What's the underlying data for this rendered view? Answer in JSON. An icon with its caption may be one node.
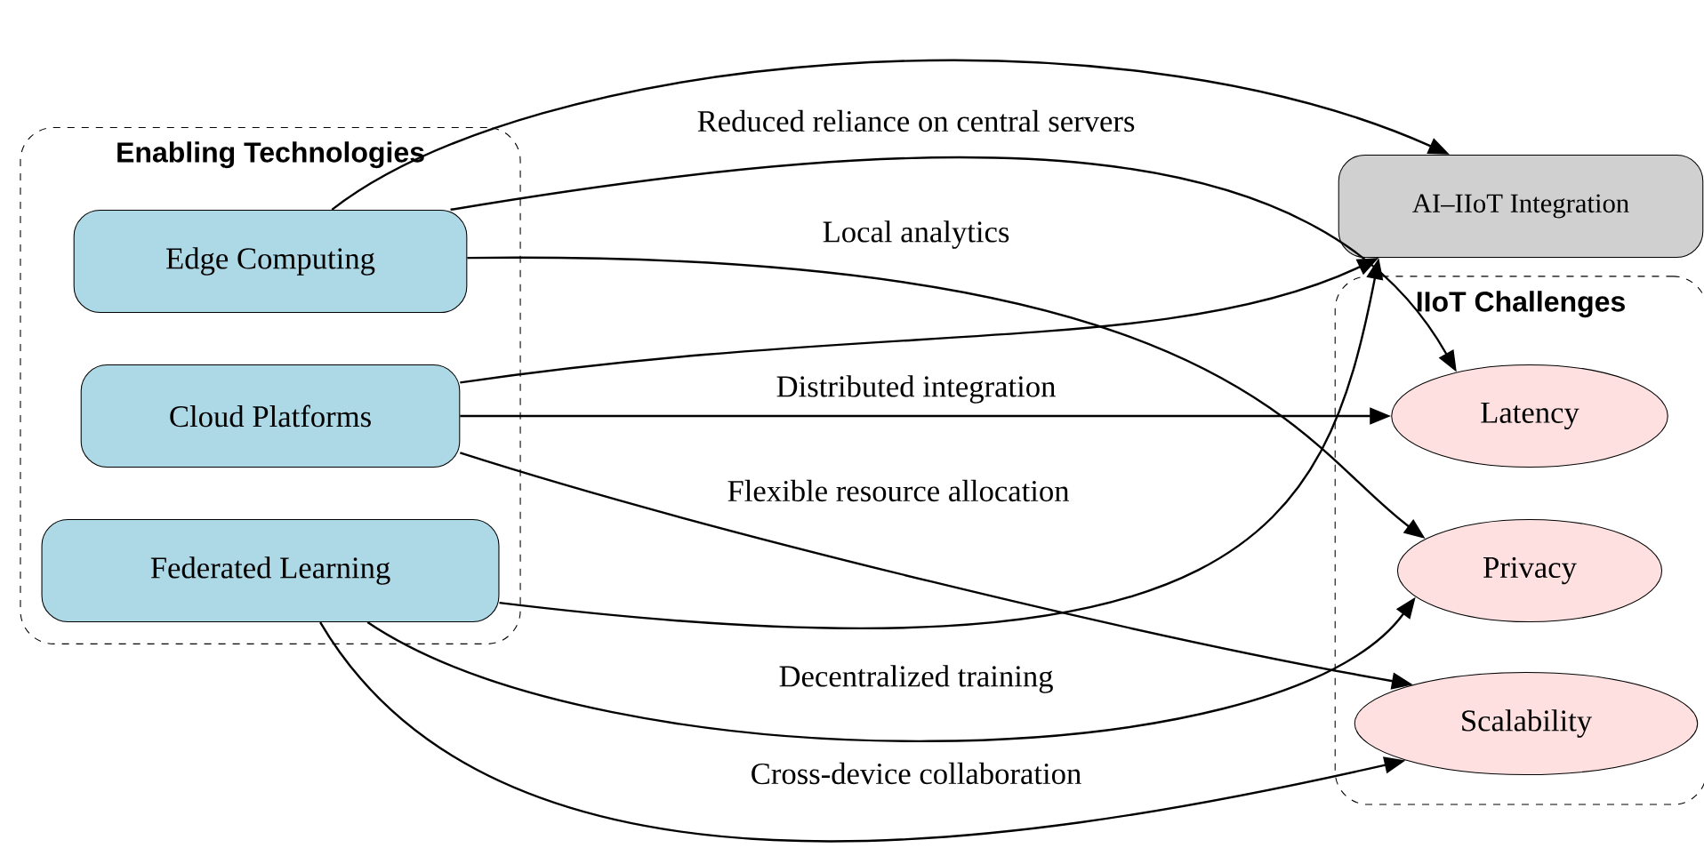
{
  "diagram": {
    "nodes": [
      {
        "text": [
          "Enabling Technologies"
        ]
      },
      {
        "text": [
          "Edge Computing"
        ],
        "in": 0
      },
      {
        "text": [
          "Cloud Platforms"
        ],
        "in": 0
      },
      {
        "text": [
          "Federated Learning"
        ],
        "in": 0
      },
      {
        "text": [
          "AI–IIoT Integration"
        ]
      },
      {
        "text": [
          "IIoT Challenges"
        ]
      },
      {
        "text": [
          "Latency"
        ],
        "in": 5
      },
      {
        "text": [
          "Privacy"
        ],
        "in": 5
      },
      {
        "text": [
          "Scalability"
        ],
        "in": 5
      }
    ],
    "edges": [
      {
        "from": 1,
        "to": 4,
        "arrow": "to"
      },
      {
        "from": 1,
        "to": 6,
        "arrow": "to",
        "label": "Reduced reliance on central servers"
      },
      {
        "from": 1,
        "to": 7,
        "arrow": "to",
        "label": "Local analytics"
      },
      {
        "from": 2,
        "to": 4,
        "arrow": "to"
      },
      {
        "from": 2,
        "to": 6,
        "arrow": "to",
        "label": "Distributed integration"
      },
      {
        "from": 2,
        "to": 8,
        "arrow": "to",
        "label": "Flexible resource allocation"
      },
      {
        "from": 3,
        "to": 4,
        "arrow": "to"
      },
      {
        "from": 3,
        "to": 7,
        "arrow": "to",
        "label": "Decentralized training"
      },
      {
        "from": 3,
        "to": 8,
        "arrow": "to",
        "label": "Cross-device collaboration"
      }
    ]
  }
}
